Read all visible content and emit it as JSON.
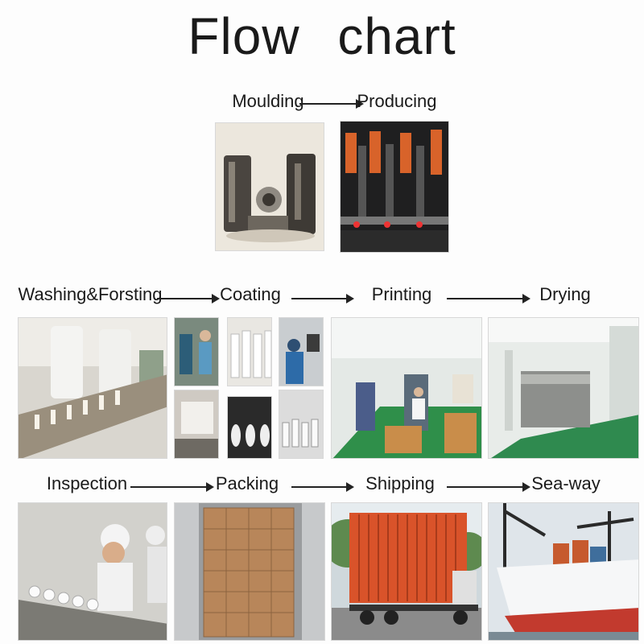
{
  "title": "Flow chart",
  "steps": {
    "moulding": "Moulding",
    "producing": "Producing",
    "washing": "Washing&Forsting",
    "coating": "Coating",
    "printing": "Printing",
    "drying": "Drying",
    "inspection": "Inspection",
    "packing": "Packing",
    "shipping": "Shipping",
    "seaway": "Sea-way"
  },
  "colors": {
    "container": "#d9532a",
    "factory_green": "#2f8f4a",
    "carton": "#b8865a",
    "hull": "#c23a2e"
  }
}
